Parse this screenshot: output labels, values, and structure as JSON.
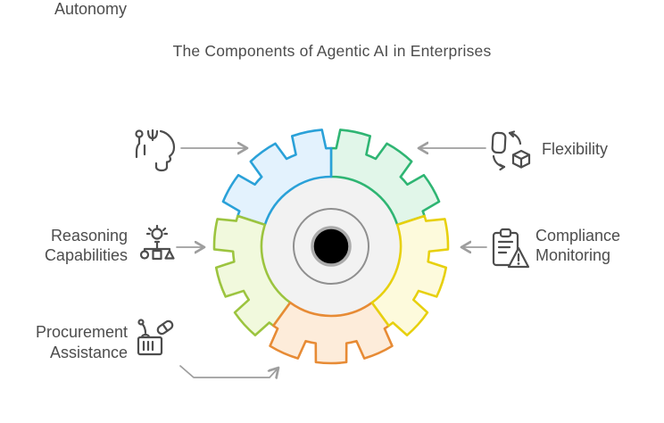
{
  "title": "The Components of Agentic AI in Enterprises",
  "colors": {
    "background": "#ffffff",
    "title_text": "#4c4c4c",
    "label_text": "#4d4d4d",
    "icon_stroke": "#4d4d4d",
    "arrow": "#9e9e9e"
  },
  "items": {
    "autonomy": {
      "label": "Autonomy",
      "icon": "ai-head-icon"
    },
    "flexibility": {
      "label": "Flexibility",
      "icon": "shape-transform-icon"
    },
    "reasoning": {
      "line1": "Reasoning",
      "line2": "Capabilities",
      "icon": "idea-decision-tree-icon"
    },
    "compliance": {
      "line1": "Compliance",
      "line2": "Monitoring",
      "icon": "clipboard-warning-icon"
    },
    "procurement": {
      "line1": "Procurement",
      "line2": "Assistance",
      "icon": "crane-container-pill-icon"
    }
  },
  "gear": {
    "hub_fill": "#f2f2f2",
    "ring_stroke": "#8f8f8f",
    "center_fill": "#000000",
    "center_ring_stroke": "#ababab",
    "segments": [
      {
        "name": "flexibility",
        "fill": "#e1f6e9",
        "stroke": "#2fb573"
      },
      {
        "name": "autonomy",
        "fill": "#e3f2fd",
        "stroke": "#2aa1d8"
      },
      {
        "name": "reasoning-capabilities",
        "fill": "#f1f9dd",
        "stroke": "#9cc43f"
      },
      {
        "name": "procurement-assistance",
        "fill": "#fdecda",
        "stroke": "#e78b35"
      },
      {
        "name": "compliance-monitoring",
        "fill": "#fdfadc",
        "stroke": "#e7d00e"
      }
    ]
  }
}
